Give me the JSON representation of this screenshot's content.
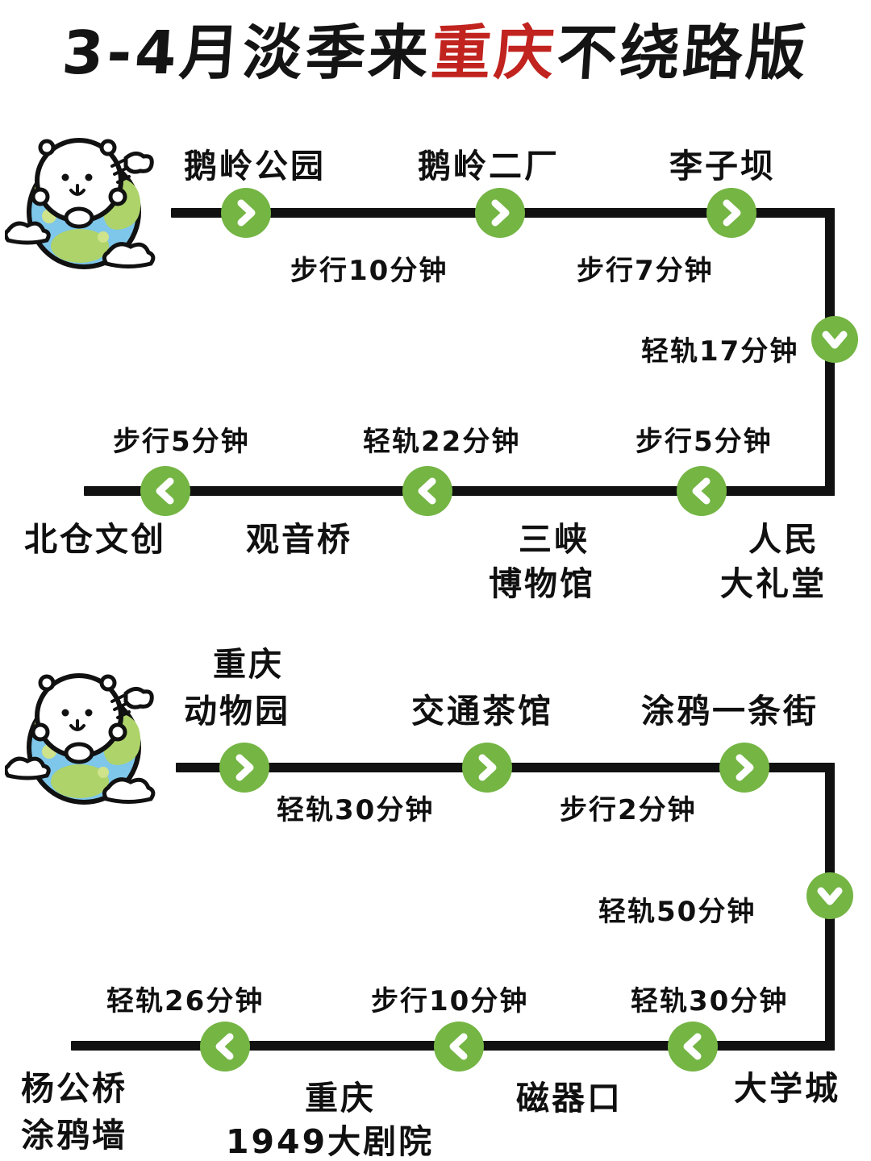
{
  "title": {
    "prefix": "3-4月淡季来",
    "highlight": "重庆",
    "suffix": "不绕路版",
    "highlight_color": "#c1231f"
  },
  "theme": {
    "node_green": "#74b544",
    "line_black": "#111111",
    "earth_blue": "#7ec6ea",
    "earth_green": "#aed36a",
    "background": "#ffffff"
  },
  "icons": {
    "chevron_right": "chevron-right-icon",
    "chevron_left": "chevron-left-icon",
    "chevron_down": "chevron-down-icon",
    "earth_bear": "earth-bear-icon"
  },
  "routes": [
    {
      "id": "route-1",
      "rows": [
        {
          "direction": "right",
          "stations": [
            "鹅岭公园",
            "鹅岭二厂",
            "李子坝"
          ],
          "legs": [
            "步行10分钟",
            "步行7分钟"
          ]
        },
        {
          "direction": "down",
          "stations": [],
          "legs": [
            "轻轨17分钟"
          ]
        },
        {
          "direction": "left",
          "stations": [
            "北仓文创",
            "观音桥",
            "三峡\n博物馆",
            "人民\n大礼堂"
          ],
          "legs": [
            "步行5分钟",
            "轻轨22分钟",
            "步行5分钟"
          ]
        }
      ]
    },
    {
      "id": "route-2",
      "rows": [
        {
          "direction": "right",
          "stations": [
            "重庆\n动物园",
            "交通茶馆",
            "涂鸦一条街"
          ],
          "legs": [
            "轻轨30分钟",
            "步行2分钟"
          ]
        },
        {
          "direction": "down",
          "stations": [],
          "legs": [
            "轻轨50分钟"
          ]
        },
        {
          "direction": "left",
          "stations": [
            "杨公桥\n涂鸦墙",
            "重庆\n1949大剧院",
            "磁器口",
            "大学城"
          ],
          "legs": [
            "轻轨26分钟",
            "步行10分钟",
            "轻轨30分钟"
          ]
        }
      ]
    }
  ],
  "labels": {
    "r1_station_1": "鹅岭公园",
    "r1_station_2": "鹅岭二厂",
    "r1_station_3": "李子坝",
    "r1_leg_1": "步行10分钟",
    "r1_leg_2": "步行7分钟",
    "r1_leg_down": "轻轨17分钟",
    "r1_station_4": "北仓文创",
    "r1_station_5": "观音桥",
    "r1_station_6a": "三峡",
    "r1_station_6b": "博物馆",
    "r1_station_7a": "人民",
    "r1_station_7b": "大礼堂",
    "r1_leg_3": "步行5分钟",
    "r1_leg_4": "轻轨22分钟",
    "r1_leg_5": "步行5分钟",
    "r2_station_1a": "重庆",
    "r2_station_1b": "动物园",
    "r2_station_2": "交通茶馆",
    "r2_station_3": "涂鸦一条街",
    "r2_leg_1": "轻轨30分钟",
    "r2_leg_2": "步行2分钟",
    "r2_leg_down": "轻轨50分钟",
    "r2_station_4a": "杨公桥",
    "r2_station_4b": "涂鸦墙",
    "r2_station_5a": "重庆",
    "r2_station_5b": "1949大剧院",
    "r2_station_6": "磁器口",
    "r2_station_7": "大学城",
    "r2_leg_3": "轻轨26分钟",
    "r2_leg_4": "步行10分钟",
    "r2_leg_5": "轻轨30分钟"
  }
}
